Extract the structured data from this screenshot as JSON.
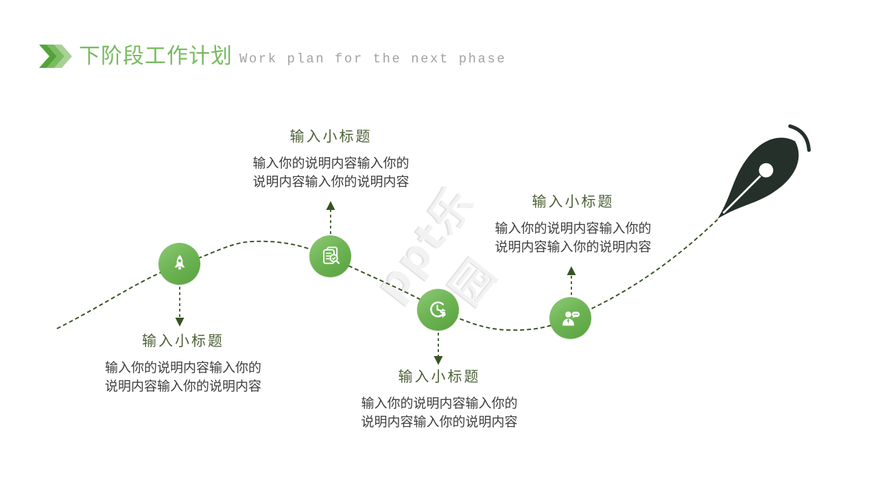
{
  "slide": {
    "header": {
      "title": "下阶段工作计划",
      "subtitle": "Work plan for the next phase",
      "decoration": "triple-chevron-right"
    },
    "watermark": "ppt乐园",
    "milestones": [
      {
        "icon": "rocket-icon",
        "title": "输入小标题",
        "description": "输入你的说明内容输入你的说明内容输入你的说明内容",
        "text_position": "below-line"
      },
      {
        "icon": "document-search-icon",
        "title": "输入小标题",
        "description": "输入你的说明内容输入你的说明内容输入你的说明内容",
        "text_position": "above-line"
      },
      {
        "icon": "clock-money-icon",
        "title": "输入小标题",
        "description": "输入你的说明内容输入你的说明内容输入你的说明内容",
        "text_position": "below-line"
      },
      {
        "icon": "person-chat-icon",
        "title": "输入小标题",
        "description": "输入你的说明内容输入你的说明内容输入你的说明内容",
        "text_position": "above-line"
      }
    ],
    "end_marker": "pen-nib-icon",
    "colors": {
      "title_green": "#79ba60",
      "subtitle_gray": "#a3a3a3",
      "node_green_light": "#8ecb77",
      "node_green_dark": "#58a23e",
      "line_dark_green": "#365423",
      "heading_olive": "#4e6238",
      "body_text": "#3d3d3d",
      "pen_dark": "#243029"
    }
  }
}
